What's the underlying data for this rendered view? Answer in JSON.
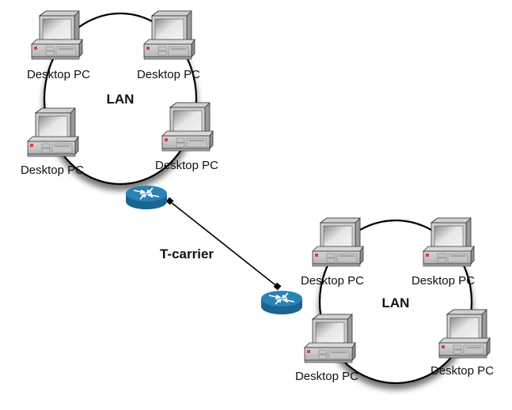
{
  "diagram": {
    "type": "network-topology",
    "lans": [
      {
        "id": "lan-left",
        "label": "LAN",
        "topology": "ring",
        "nodes": [
          {
            "type": "desktop-pc",
            "label": "Desktop PC",
            "position": "top-left"
          },
          {
            "type": "desktop-pc",
            "label": "Desktop PC",
            "position": "top-right"
          },
          {
            "type": "desktop-pc",
            "label": "Desktop PC",
            "position": "bottom-left"
          },
          {
            "type": "desktop-pc",
            "label": "Desktop PC",
            "position": "bottom-right"
          }
        ]
      },
      {
        "id": "lan-right",
        "label": "LAN",
        "topology": "ring",
        "nodes": [
          {
            "type": "desktop-pc",
            "label": "Desktop PC",
            "position": "top-left"
          },
          {
            "type": "desktop-pc",
            "label": "Desktop PC",
            "position": "top-right"
          },
          {
            "type": "desktop-pc",
            "label": "Desktop PC",
            "position": "bottom-left"
          },
          {
            "type": "desktop-pc",
            "label": "Desktop PC",
            "position": "bottom-right"
          }
        ]
      }
    ],
    "routers": [
      {
        "id": "router-left",
        "type": "router",
        "attached_to": "lan-left"
      },
      {
        "id": "router-right",
        "type": "router",
        "attached_to": "lan-right"
      }
    ],
    "links": [
      {
        "from": "router-left",
        "to": "router-right",
        "label": "T-carrier"
      }
    ],
    "colors": {
      "router_fill": "#1e6e9e",
      "router_top": "#2a85b8",
      "pc_body": "#c8c8c8",
      "pc_power_led": "#e23a3a",
      "line": "#000000"
    }
  }
}
